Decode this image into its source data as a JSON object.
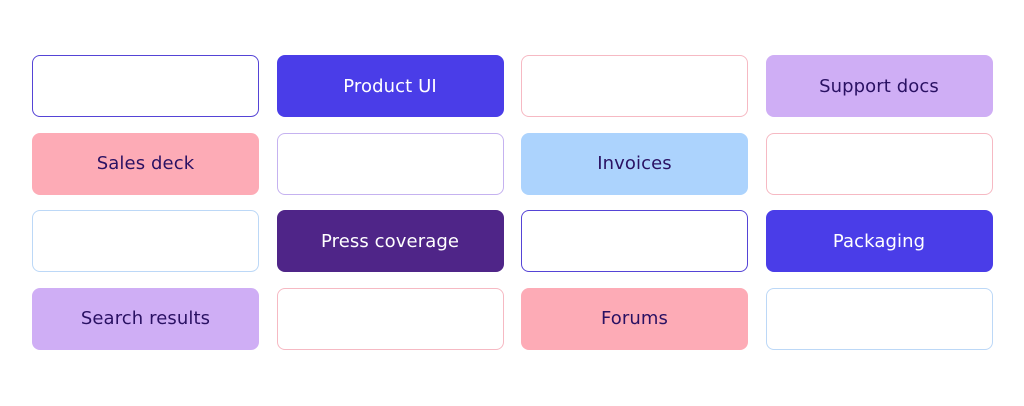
{
  "colors": {
    "indigo": "#4a3de8",
    "deep_purple": "#4f2588",
    "lavender": "#cfaef5",
    "pink": "#fdabb6",
    "light_blue": "#acd3fd",
    "outline_indigo": "#5544d6",
    "outline_lavender": "#c5b2f0",
    "outline_pink": "#f6b9c3",
    "outline_blue": "#bcd8f7",
    "dark_text": "#2a1163",
    "light_text": "#ffffff"
  },
  "tiles": [
    {
      "label": "",
      "style": "outline",
      "color": "#5544d6"
    },
    {
      "label": "Product UI",
      "style": "filled",
      "color": "#4a3de8",
      "text": "light"
    },
    {
      "label": "",
      "style": "outline",
      "color": "#f6b9c3"
    },
    {
      "label": "Support docs",
      "style": "filled",
      "color": "#cfaef5",
      "text": "dark"
    },
    {
      "label": "Sales deck",
      "style": "filled",
      "color": "#fdabb6",
      "text": "dark"
    },
    {
      "label": "",
      "style": "outline",
      "color": "#c5b2f0"
    },
    {
      "label": "Invoices",
      "style": "filled",
      "color": "#acd3fd",
      "text": "dark"
    },
    {
      "label": "",
      "style": "outline",
      "color": "#f6b9c3"
    },
    {
      "label": "",
      "style": "outline",
      "color": "#bcd8f7"
    },
    {
      "label": "Press coverage",
      "style": "filled",
      "color": "#4f2588",
      "text": "light"
    },
    {
      "label": "",
      "style": "outline",
      "color": "#5544d6"
    },
    {
      "label": "Packaging",
      "style": "filled",
      "color": "#4a3de8",
      "text": "light"
    },
    {
      "label": "Search results",
      "style": "filled",
      "color": "#cfaef5",
      "text": "dark"
    },
    {
      "label": "",
      "style": "outline",
      "color": "#f6b9c3"
    },
    {
      "label": "Forums",
      "style": "filled",
      "color": "#fdabb6",
      "text": "dark"
    },
    {
      "label": "",
      "style": "outline",
      "color": "#bcd8f7"
    }
  ]
}
